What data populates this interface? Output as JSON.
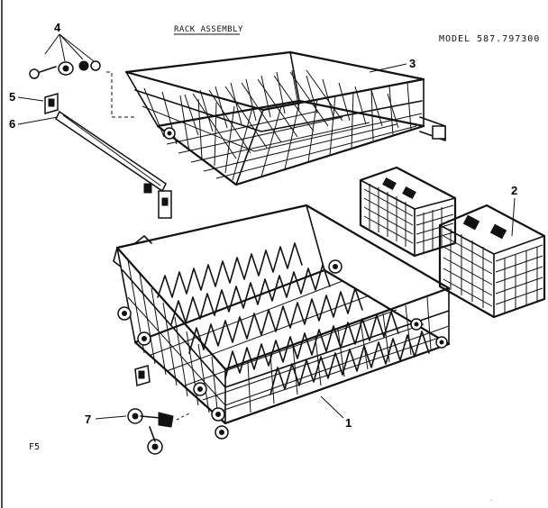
{
  "title": "RACK ASSEMBLY",
  "model": "MODEL 587.797300",
  "page_code": "F5",
  "callouts": [
    "1",
    "2",
    "3",
    "4",
    "5",
    "6",
    "7"
  ]
}
